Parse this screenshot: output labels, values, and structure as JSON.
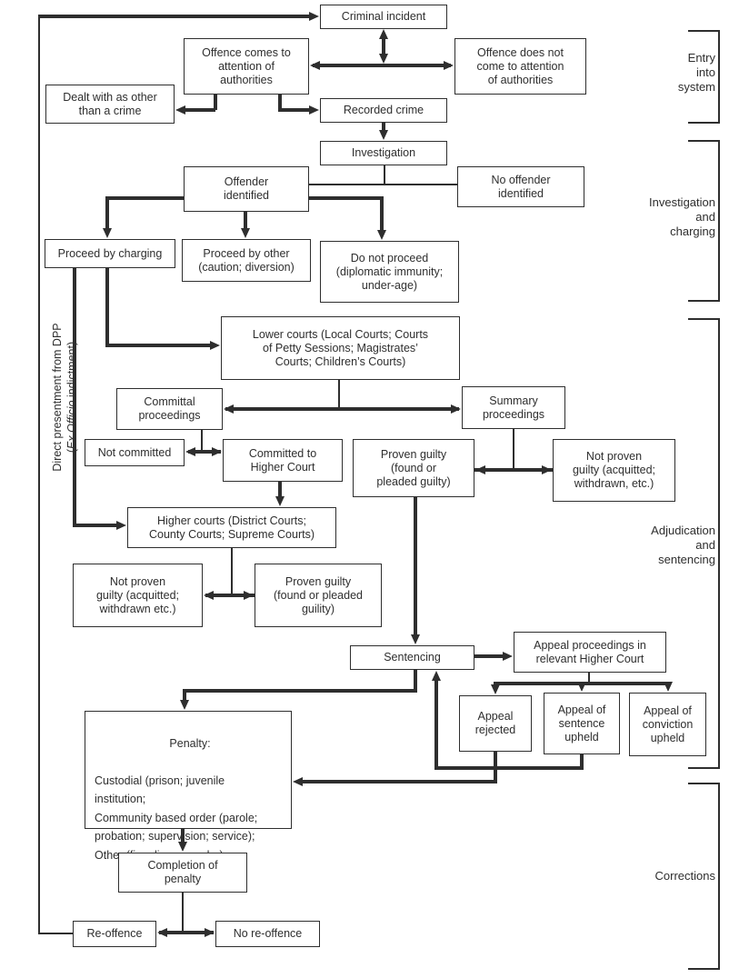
{
  "nodes": {
    "criminal_incident": "Criminal incident",
    "offence_attention": "Offence comes to\nattention of\nauthorities",
    "offence_no_attention": "Offence does not\ncome to attention\nof authorities",
    "dealt_other": "Dealt with as other\nthan a crime",
    "recorded_crime": "Recorded crime",
    "investigation": "Investigation",
    "offender_identified": "Offender\nidentified",
    "no_offender": "No offender\nidentified",
    "proceed_charging": "Proceed by charging",
    "proceed_other": "Proceed by other\n(caution; diversion)",
    "do_not_proceed": "Do not proceed\n(diplomatic immunity;\nunder-age)",
    "lower_courts": "Lower courts (Local Courts; Courts\nof Petty Sessions; Magistrates’\nCourts; Children’s Courts)",
    "committal": "Committal\nproceedings",
    "summary": "Summary\nproceedings",
    "not_committed": "Not committed",
    "committed_higher": "Committed to\nHigher Court",
    "proven_summary": "Proven guilty\n(found or\npleaded guilty)",
    "not_proven_summary": "Not proven\nguilty (acquitted;\nwithdrawn, etc.)",
    "higher_courts": "Higher courts (District Courts;\nCounty Courts; Supreme Courts)",
    "not_proven_higher": "Not proven\nguilty (acquitted;\nwithdrawn etc.)",
    "proven_higher": "Proven guilty\n(found or pleaded\nguility)",
    "sentencing": "Sentencing",
    "appeal_proceedings": "Appeal proceedings in\nrelevant Higher Court",
    "appeal_rejected": "Appeal\nrejected",
    "appeal_sentence": "Appeal of\nsentence\nupheld",
    "appeal_conviction": "Appeal of\nconviction\nupheld",
    "completion": "Completion of\npenalty",
    "re_offence": "Re-offence",
    "no_re_offence": "No re-offence"
  },
  "penalty": {
    "title": "Penalty:",
    "body": "Custodial (prison; juvenile\ninstitution;\nCommunity based order (parole;\nprobation; supervision; service);\nOther (fine; licence order)"
  },
  "dpp": {
    "line1": "Direct presentment from DPP",
    "open": "(",
    "italic": "Ex Officio",
    "rest": " indictment)"
  },
  "sections": [
    "Entry\ninto\nsystem",
    "Investigation\nand\ncharging",
    "Adjudication\nand\nsentencing",
    "Corrections"
  ]
}
